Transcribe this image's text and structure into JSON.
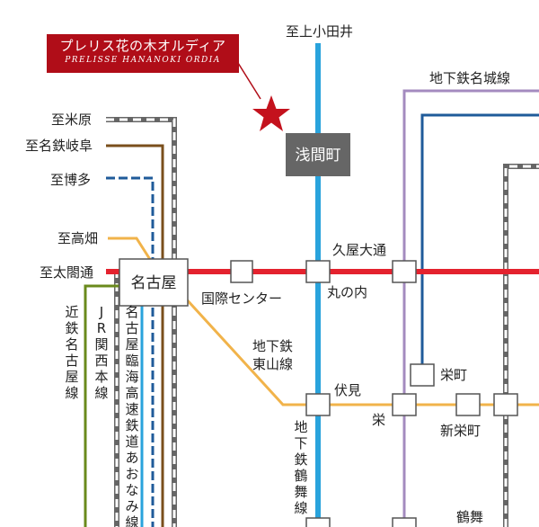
{
  "property": {
    "name_jp": "プレリス花の木オルディア",
    "name_en": "PRELISSE HANANOKI ORDIA"
  },
  "colors": {
    "accent": "#b00d18",
    "higashiyama": "#e4222e",
    "tsurumai": "#29a3dc",
    "meijo": "#a48bbf",
    "meiko": "#1f5b9a",
    "sakuradori": "#f1b34a",
    "meitetsu": "#7a4f1c",
    "kintetsu": "#6a8a1c",
    "jr": "#666666"
  },
  "labels": {
    "to_kamiotai": "至上小田井",
    "to_maibara": "至米原",
    "to_gifu": "至名鉄岐阜",
    "to_hakata": "至博多",
    "to_takabata": "至高畑",
    "to_taikodori": "至太閤通",
    "meijo_line": "地下鉄名城線",
    "higashiyama_line": [
      "地下鉄",
      "東山線"
    ],
    "tsurumai_line": "地下鉄鶴舞線",
    "kintetsu_line": "近鉄名古屋線",
    "jr_kansai_line": "JR関西本線",
    "aonami_line": "名古屋臨海高速鉄道あおなみ線"
  },
  "stations": {
    "sengencho": "浅間町",
    "nagoya": "名古屋",
    "kokusai": "国際センター",
    "marunouchi": "丸の内",
    "hisaya": "久屋大通",
    "fushimi": "伏見",
    "sakae": "栄",
    "sakaemachi": "栄町",
    "shinsakae": "新栄町",
    "tsurumai": "鶴舞"
  }
}
